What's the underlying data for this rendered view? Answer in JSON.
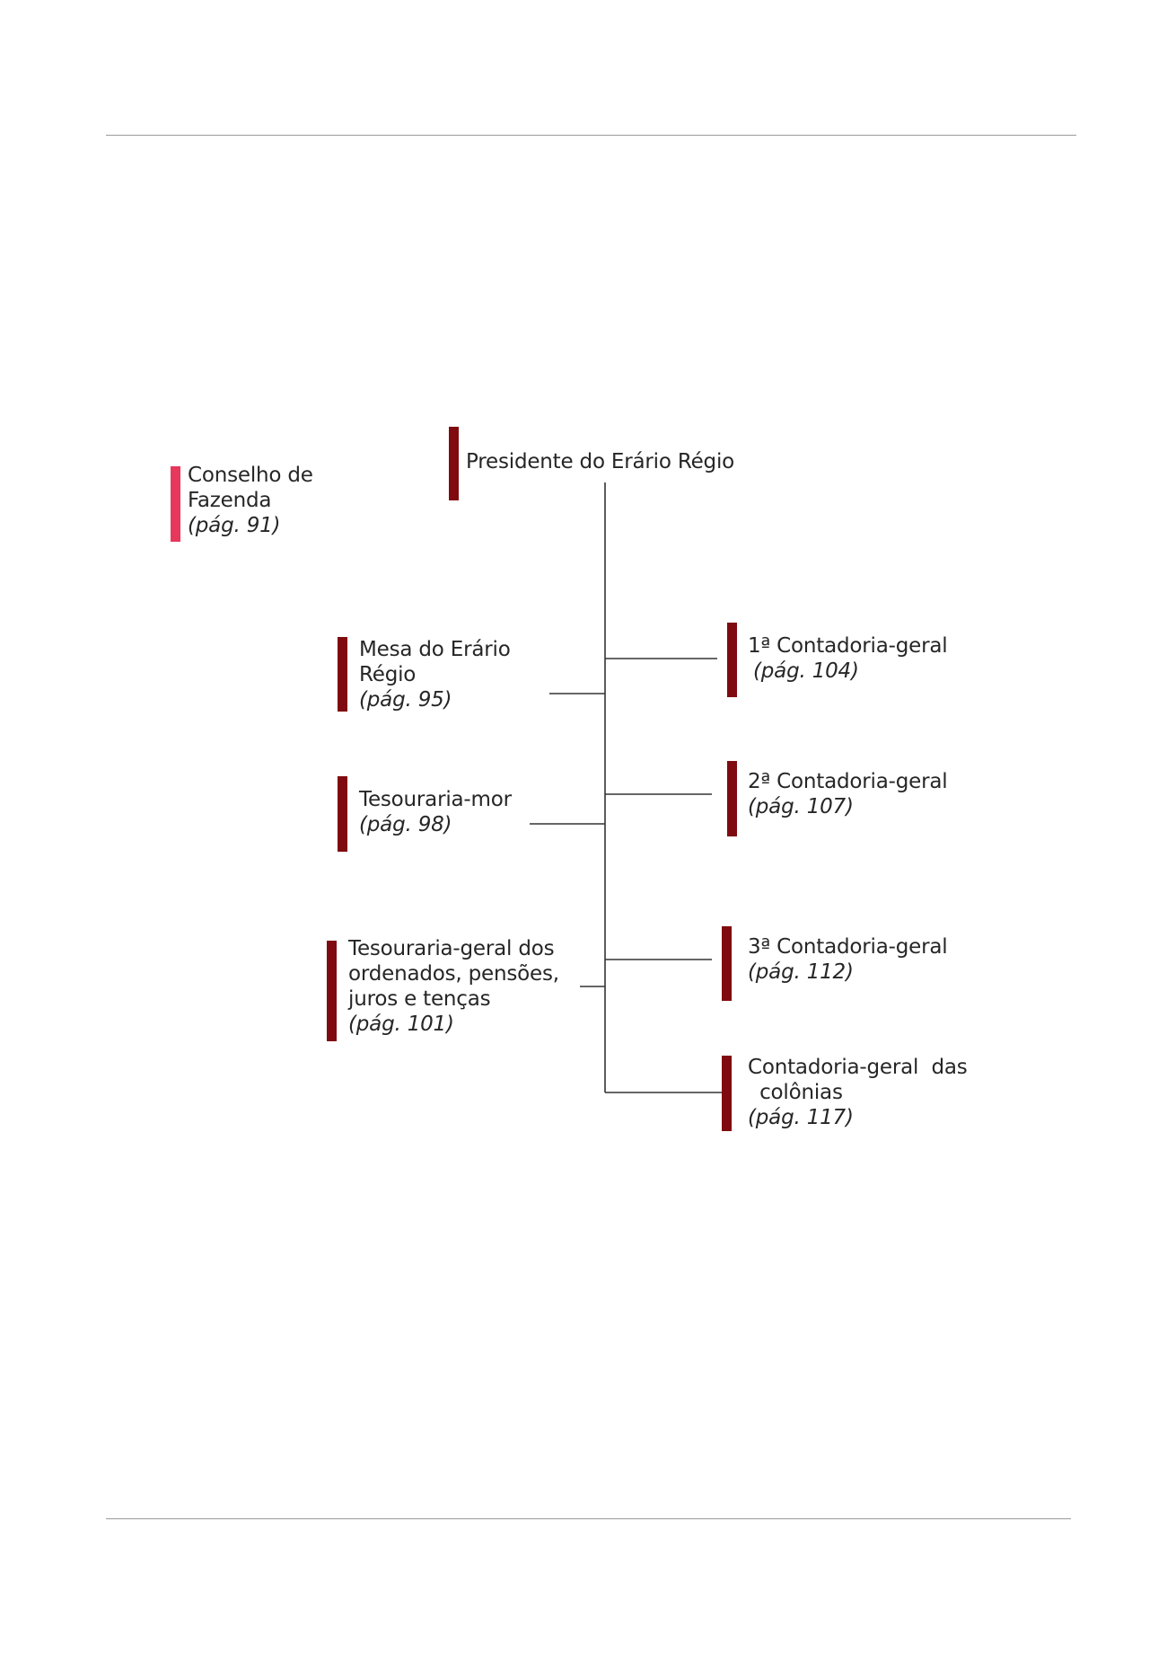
{
  "org_chart": {
    "root": {
      "title": "Presidente do Erário Régio"
    },
    "side": {
      "lines": [
        "Conselho de",
        "Fazenda"
      ],
      "ref": "(pág. 91)",
      "color": "#e8375c"
    },
    "left_units": [
      {
        "lines": [
          "Mesa do Erário",
          "Régio"
        ],
        "ref": "(pág. 95)"
      },
      {
        "lines": [
          "Tesouraria-mor"
        ],
        "ref": "(pág. 98)"
      },
      {
        "lines": [
          "Tesouraria-geral dos",
          "ordenados, pensões,",
          "juros e tenças"
        ],
        "ref": "(pág. 101)"
      }
    ],
    "right_units": [
      {
        "lines": [
          "1ª Contadoria-geral"
        ],
        "ref": " (pág. 104)"
      },
      {
        "lines": [
          "2ª Contadoria-geral"
        ],
        "ref": "(pág. 107)"
      },
      {
        "lines": [
          "3ª Contadoria-geral"
        ],
        "ref": "(pág. 112)"
      },
      {
        "lines": [
          "Contadoria-geral  das",
          " colônias"
        ],
        "ref": "(pág. 117)"
      }
    ],
    "bar_color": "#7f0b10",
    "line_color": "#333333"
  }
}
